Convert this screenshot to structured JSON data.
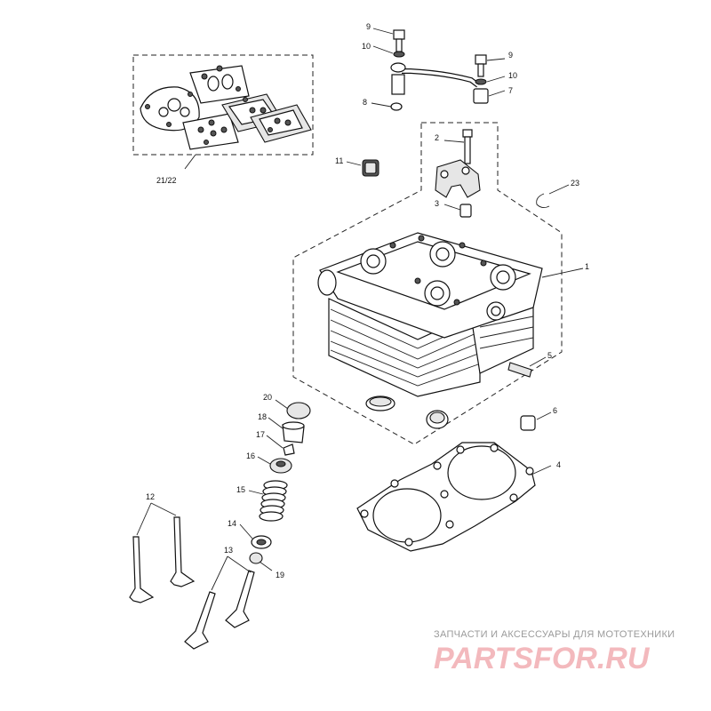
{
  "labels": {
    "l1": "1",
    "l2": "2",
    "l3": "3",
    "l4": "4",
    "l5": "5",
    "l6": "6",
    "l7": "7",
    "l8": "8",
    "l9a": "9",
    "l9b": "9",
    "l10a": "10",
    "l10b": "10",
    "l11": "11",
    "l12": "12",
    "l13": "13",
    "l14": "14",
    "l15": "15",
    "l16": "16",
    "l17": "17",
    "l18": "18",
    "l19": "19",
    "l20": "20",
    "l21": "21/22",
    "l23": "23"
  },
  "watermark": {
    "tagline": "ЗАПЧАСТИ И АКСЕССУАРЫ ДЛЯ МОТОТЕХНИКИ",
    "logo": "PARTSFOR.RU"
  }
}
